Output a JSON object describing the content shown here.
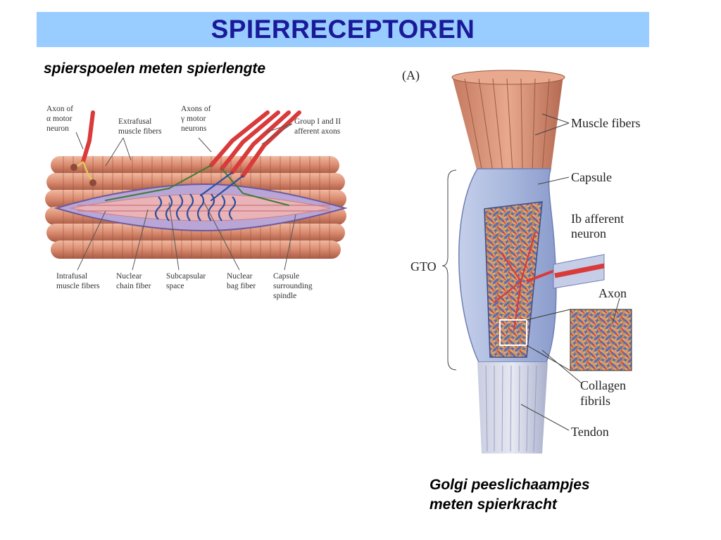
{
  "title": "SPIERRECEPTOREN",
  "subtitle_left": "spierspoelen meten spierlengte",
  "subtitle_right": [
    "Golgi peeslichaampjes",
    "meten spierkracht"
  ],
  "spindle_labels": {
    "axon_alpha": [
      "Axon of",
      "α motor",
      "neuron"
    ],
    "extrafusal": [
      "Extrafusal",
      "muscle fibers"
    ],
    "axons_gamma": [
      "Axons of",
      "γ motor",
      "neurons"
    ],
    "group_afferent": [
      "Group I and II",
      "afferent axons"
    ],
    "intrafusal": [
      "Intrafusal",
      "muscle fibers"
    ],
    "nuclear_chain": [
      "Nuclear",
      "chain fiber"
    ],
    "subcapsular": [
      "Subcapsular",
      "space"
    ],
    "nuclear_bag": [
      "Nuclear",
      "bag fiber"
    ],
    "capsule_spindle": [
      "Capsule",
      "surrounding",
      "spindle"
    ]
  },
  "gto_labels": {
    "panel": "(A)",
    "muscle_fibers": "Muscle fibers",
    "capsule": "Capsule",
    "ib_afferent": [
      "Ib afferent",
      "neuron"
    ],
    "gto": "GTO",
    "axon": "Axon",
    "collagen": [
      "Collagen",
      "fibrils"
    ],
    "tendon": "Tendon"
  },
  "colors": {
    "title_bar": "#99ccff",
    "title_text": "#1a1a99",
    "muscle": "#d98a6e",
    "capsule": "#a9b8dd",
    "axon_red": "#d93a3a",
    "nerve_blue": "#2c4fa0"
  }
}
